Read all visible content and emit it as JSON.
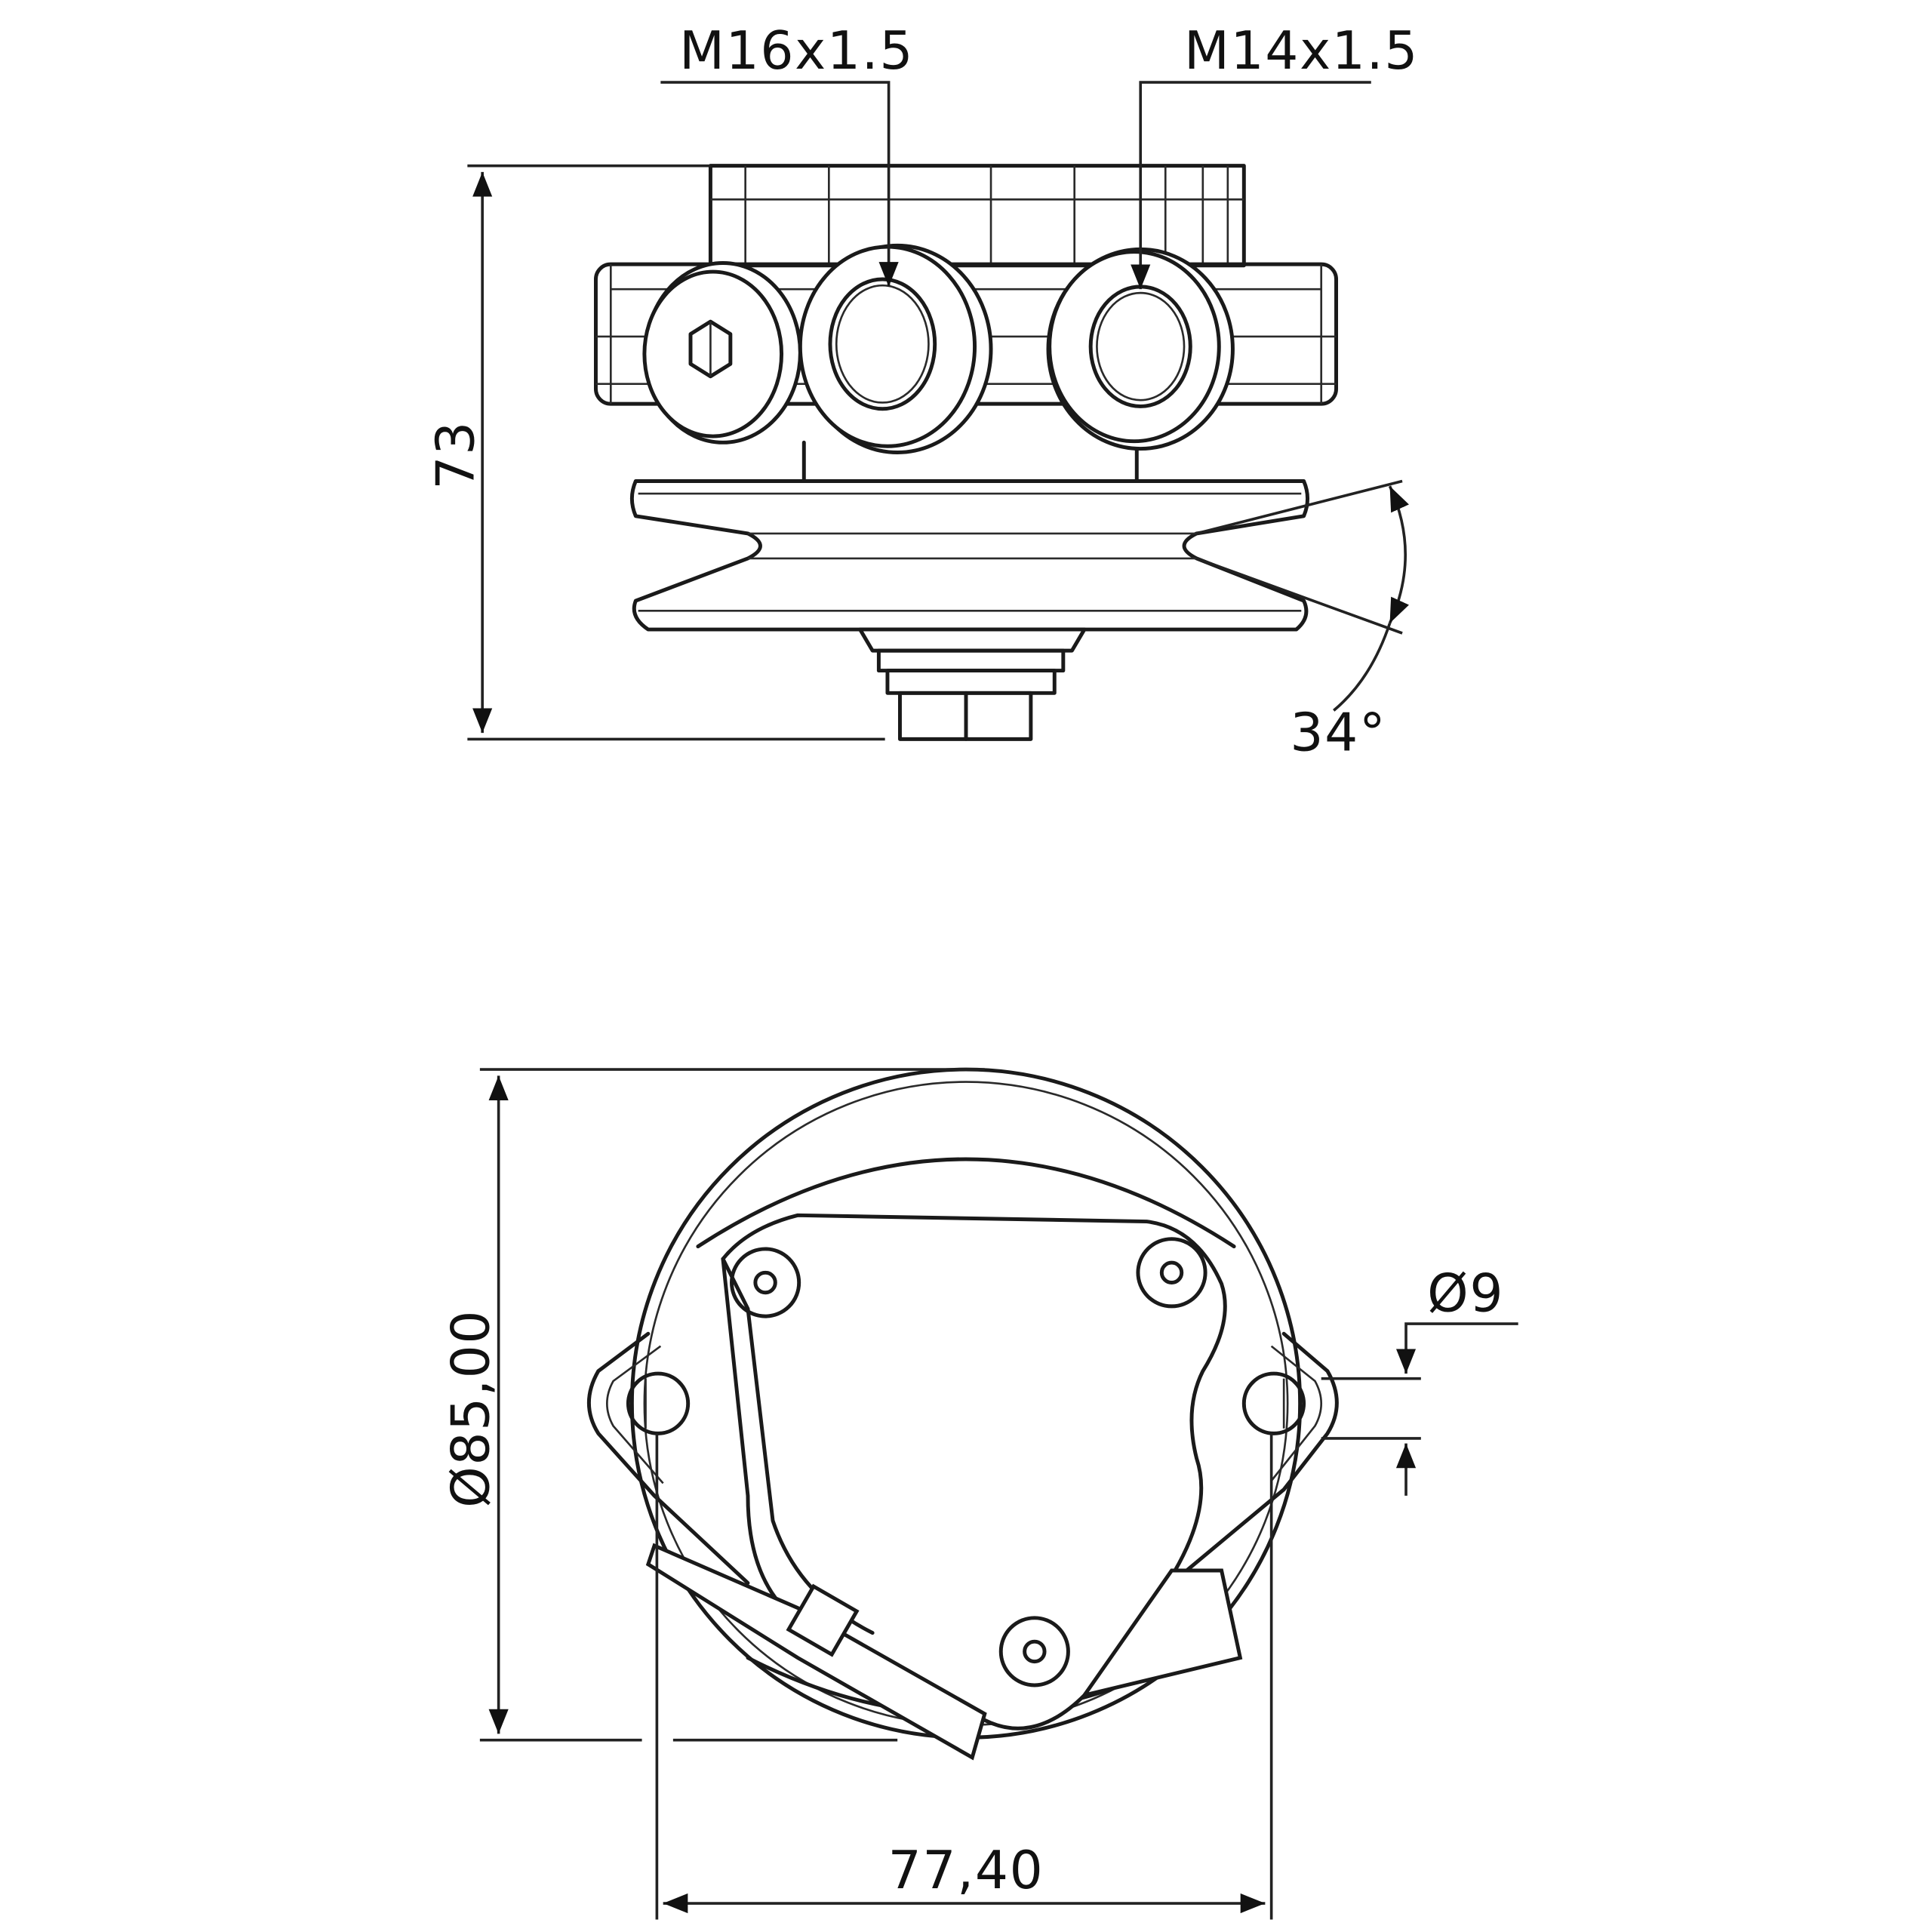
{
  "drawing": {
    "subject": "Pump with V-belt pulley — side view and bottom view",
    "side_view": {
      "port_labels": [
        {
          "id": "port-left",
          "label": "M16x1.5"
        },
        {
          "id": "port-right",
          "label": "M14x1.5"
        }
      ],
      "height_dimension": "73",
      "pulley_groove_angle": "34°"
    },
    "bottom_view": {
      "diameter_dimension": "Ø85,00",
      "mounting_hole_diameter": "Ø9",
      "mounting_hole_spacing": "77,40"
    }
  },
  "colors": {
    "line": "#1a1a1a",
    "background": "#ffffff"
  }
}
